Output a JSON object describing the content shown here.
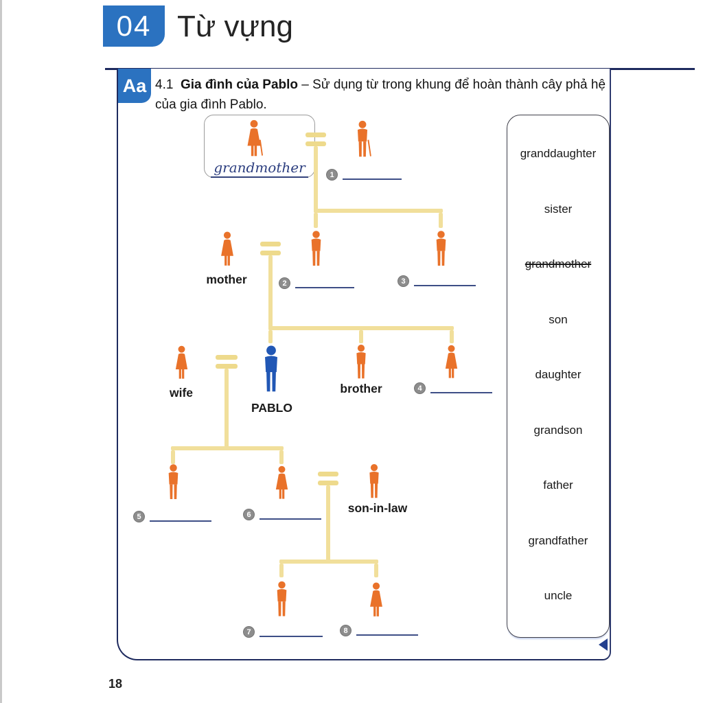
{
  "header": {
    "unit_number": "04",
    "unit_title": "Từ vựng"
  },
  "exercise": {
    "tab_label": "Aa",
    "number": "4.1",
    "title": "Gia đình của Pablo",
    "instruction_rest": "– Sử dụng từ trong khung để hoàn thành cây phả hệ",
    "instruction_line2": "của gia đình Pablo."
  },
  "family_tree": {
    "example_answer": "grandmother",
    "labels": {
      "mother": "mother",
      "wife": "wife",
      "pablo": "PABLO",
      "brother": "brother",
      "son_in_law": "son-in-law"
    },
    "blank_numbers": [
      "1",
      "2",
      "3",
      "4",
      "5",
      "6",
      "7",
      "8"
    ]
  },
  "word_bank": {
    "words": [
      {
        "text": "granddaughter",
        "crossed_out": false
      },
      {
        "text": "sister",
        "crossed_out": false
      },
      {
        "text": "grandmother",
        "crossed_out": true
      },
      {
        "text": "son",
        "crossed_out": false
      },
      {
        "text": "daughter",
        "crossed_out": false
      },
      {
        "text": "grandson",
        "crossed_out": false
      },
      {
        "text": "father",
        "crossed_out": false
      },
      {
        "text": "grandfather",
        "crossed_out": false
      },
      {
        "text": "uncle",
        "crossed_out": false
      }
    ]
  },
  "footer": {
    "page_number": "18"
  },
  "colors": {
    "accent_blue": "#2b72c0",
    "figure_orange": "#e9722a",
    "pablo_blue": "#2157b5",
    "tree_yellow": "#f1df9b",
    "blank_line_navy": "#3d4e86",
    "border_navy": "#1e2a5e"
  }
}
